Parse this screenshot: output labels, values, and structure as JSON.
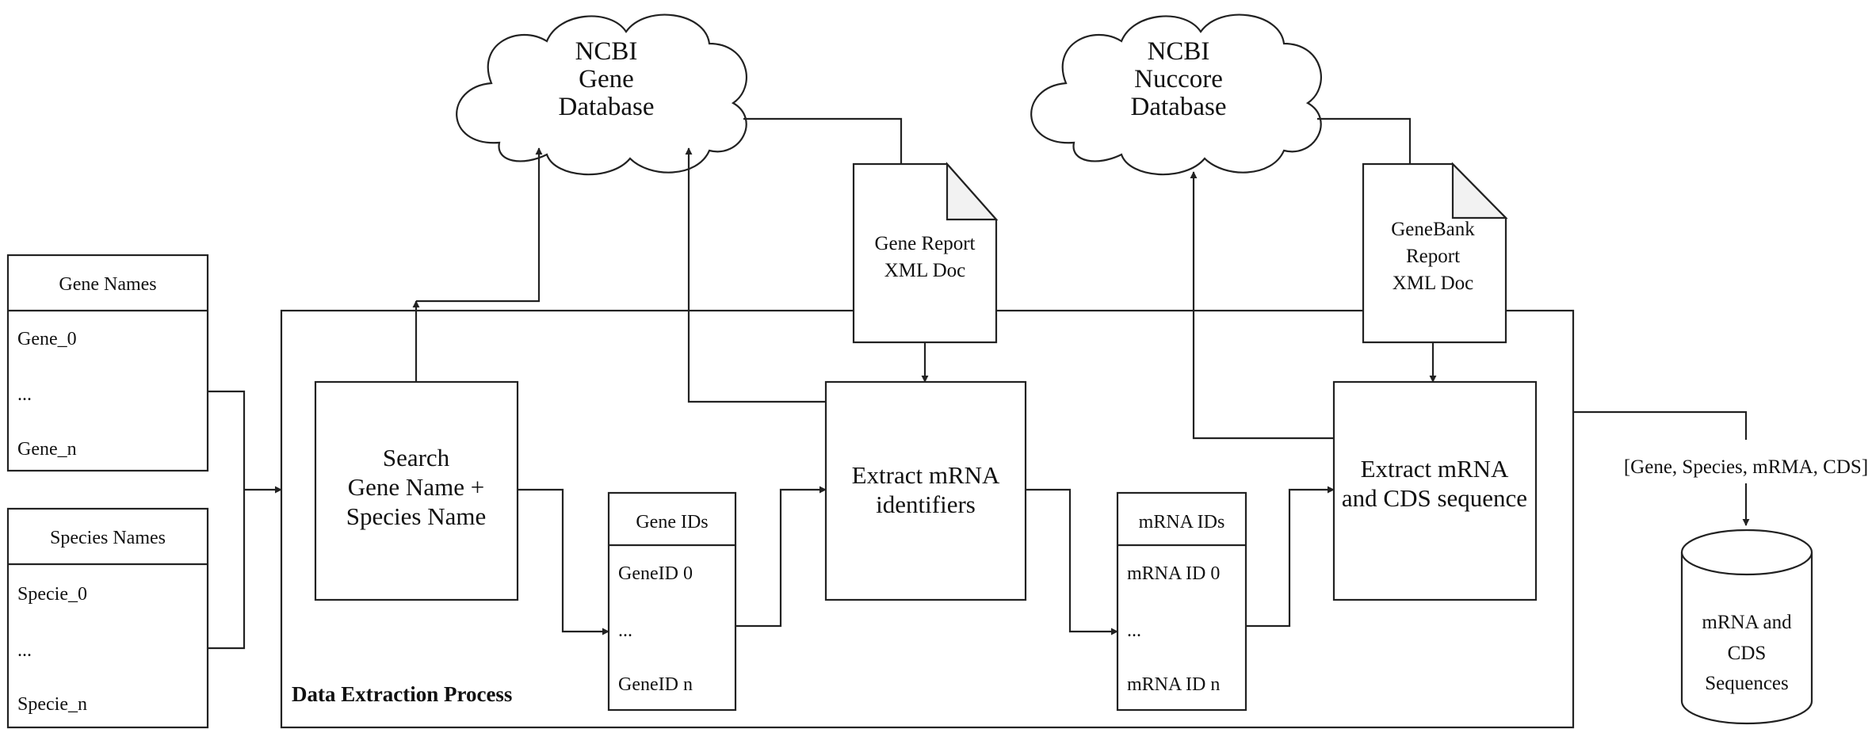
{
  "gene_db": {
    "lines": [
      "NCBI",
      "Gene",
      "Database"
    ]
  },
  "nuccore_db": {
    "lines": [
      "NCBI",
      "Nuccore",
      "Database"
    ]
  },
  "gene_report": {
    "lines": [
      "Gene Report",
      "XML Doc"
    ]
  },
  "genebank_report": {
    "lines": [
      "GeneBank",
      "Report",
      "XML Doc"
    ]
  },
  "gene_names": {
    "title": "Gene Names",
    "items": [
      "Gene_0",
      "...",
      "Gene_n"
    ]
  },
  "species_names": {
    "title": "Species Names",
    "items": [
      "Specie_0",
      "...",
      "Specie_n"
    ]
  },
  "process_label": "Data Extraction Process",
  "search_step": {
    "lines": [
      "Search",
      "Gene Name +",
      "Species Name"
    ]
  },
  "gene_ids": {
    "title": "Gene IDs",
    "items": [
      "GeneID 0",
      "...",
      "GeneID n"
    ]
  },
  "extract_ids_step": {
    "lines": [
      "Extract mRNA",
      "identifiers"
    ]
  },
  "mrna_ids": {
    "title": "mRNA IDs",
    "items": [
      "mRNA ID 0",
      "...",
      "mRNA ID n"
    ]
  },
  "extract_seq_step": {
    "lines": [
      "Extract mRNA",
      "and CDS sequence"
    ]
  },
  "output_label": "[Gene, Species, mRMA, CDS]",
  "output_db": {
    "lines": [
      "mRNA and",
      "CDS",
      "Sequences"
    ]
  }
}
